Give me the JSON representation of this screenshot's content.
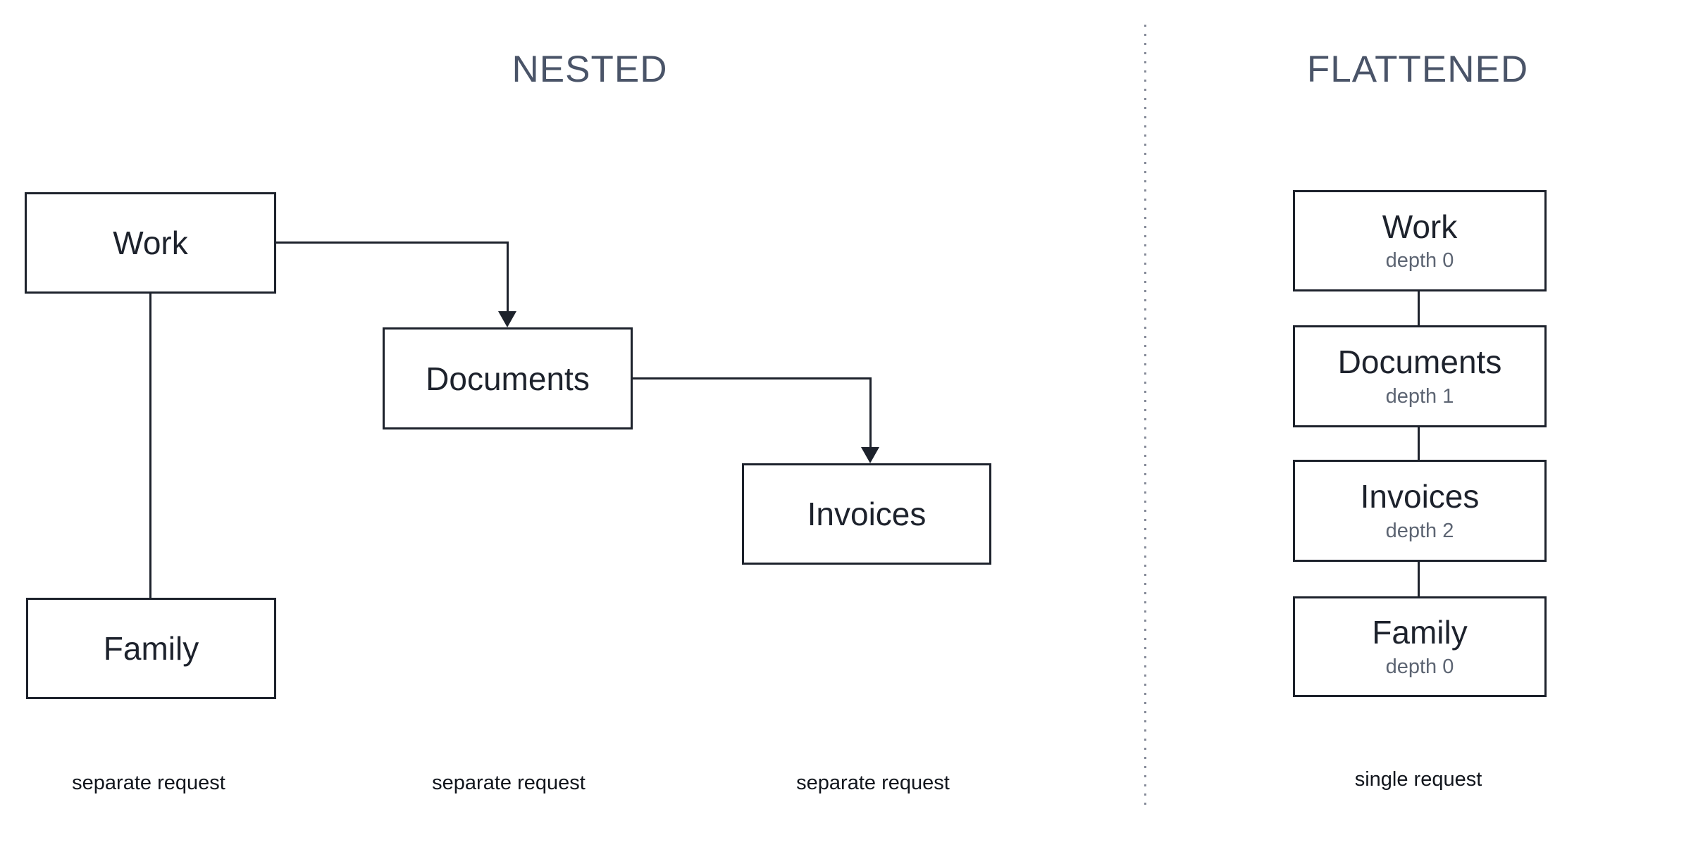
{
  "header": {
    "nested_title": "NESTED",
    "flattened_title": "FLATTENED"
  },
  "nested": {
    "nodes": [
      {
        "label": "Work"
      },
      {
        "label": "Documents"
      },
      {
        "label": "Invoices"
      },
      {
        "label": "Family"
      }
    ],
    "captions": [
      "separate request",
      "separate request",
      "separate request"
    ]
  },
  "flattened": {
    "nodes": [
      {
        "label": "Work",
        "depth": "depth 0"
      },
      {
        "label": "Documents",
        "depth": "depth 1"
      },
      {
        "label": "Invoices",
        "depth": "depth 2"
      },
      {
        "label": "Family",
        "depth": "depth 0"
      }
    ],
    "caption": "single request"
  },
  "colors": {
    "background": "#ffffff",
    "title_text": "#4a5468",
    "box_border": "#1d222c",
    "box_text": "#1d222c",
    "depth_text": "#5d6573",
    "caption_text": "#12161d",
    "divider_dot": "#868b99"
  }
}
